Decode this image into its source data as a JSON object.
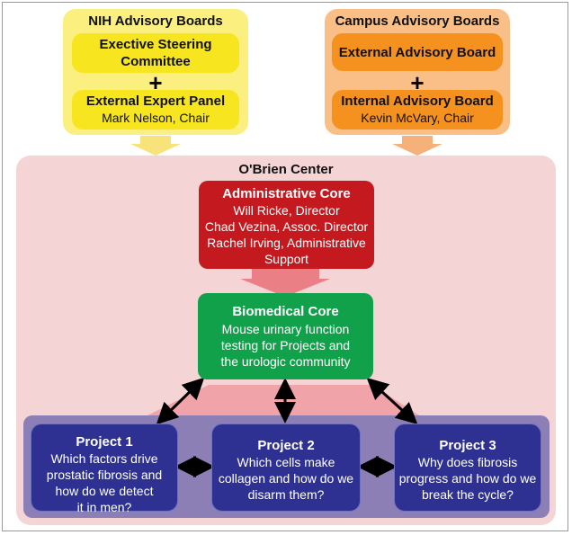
{
  "nih": {
    "title": "NIH Advisory Boards",
    "box1": "Exective Steering Committee",
    "plus": "+",
    "box2_title": "External Expert Panel",
    "box2_sub": "Mark Nelson, Chair"
  },
  "campus": {
    "title": "Campus Advisory Boards",
    "box1": "External Advisory Board",
    "plus": "+",
    "box2_title": "Internal Advisory Board",
    "box2_sub": "Kevin McVary, Chair"
  },
  "center": {
    "title": "O'Brien Center"
  },
  "admin_core": {
    "title": "Administrative Core",
    "line1": "Will Ricke, Director",
    "line2": "Chad Vezina, Assoc. Director",
    "line3": "Rachel Irving, Administrative",
    "line4": "Support"
  },
  "biomedical_core": {
    "title": "Biomedical Core",
    "line1": "Mouse urinary function",
    "line2": "testing for Projects and",
    "line3": "the urologic community"
  },
  "projects": [
    {
      "title": "Project 1",
      "lines": [
        "Which factors drive",
        "prostatic fibrosis and",
        "how do we detect",
        "it in men?"
      ]
    },
    {
      "title": "Project 2",
      "lines": [
        "Which cells make",
        "collagen and how do we",
        "disarm them?"
      ]
    },
    {
      "title": "Project 3",
      "lines": [
        "Why does fibrosis",
        "progress and how do we",
        "break the cycle?"
      ]
    }
  ],
  "colors": {
    "nih_panel": "#fbf07f",
    "nih_box": "#f6e51f",
    "campus_panel": "#f9bf86",
    "campus_box": "#f5921f",
    "center_bg": "#f5d4d6",
    "admin_core": "#c41a1f",
    "biomedical_core": "#12a14b",
    "projects_band": "#8c7fb6",
    "project_box": "#2e3192"
  }
}
